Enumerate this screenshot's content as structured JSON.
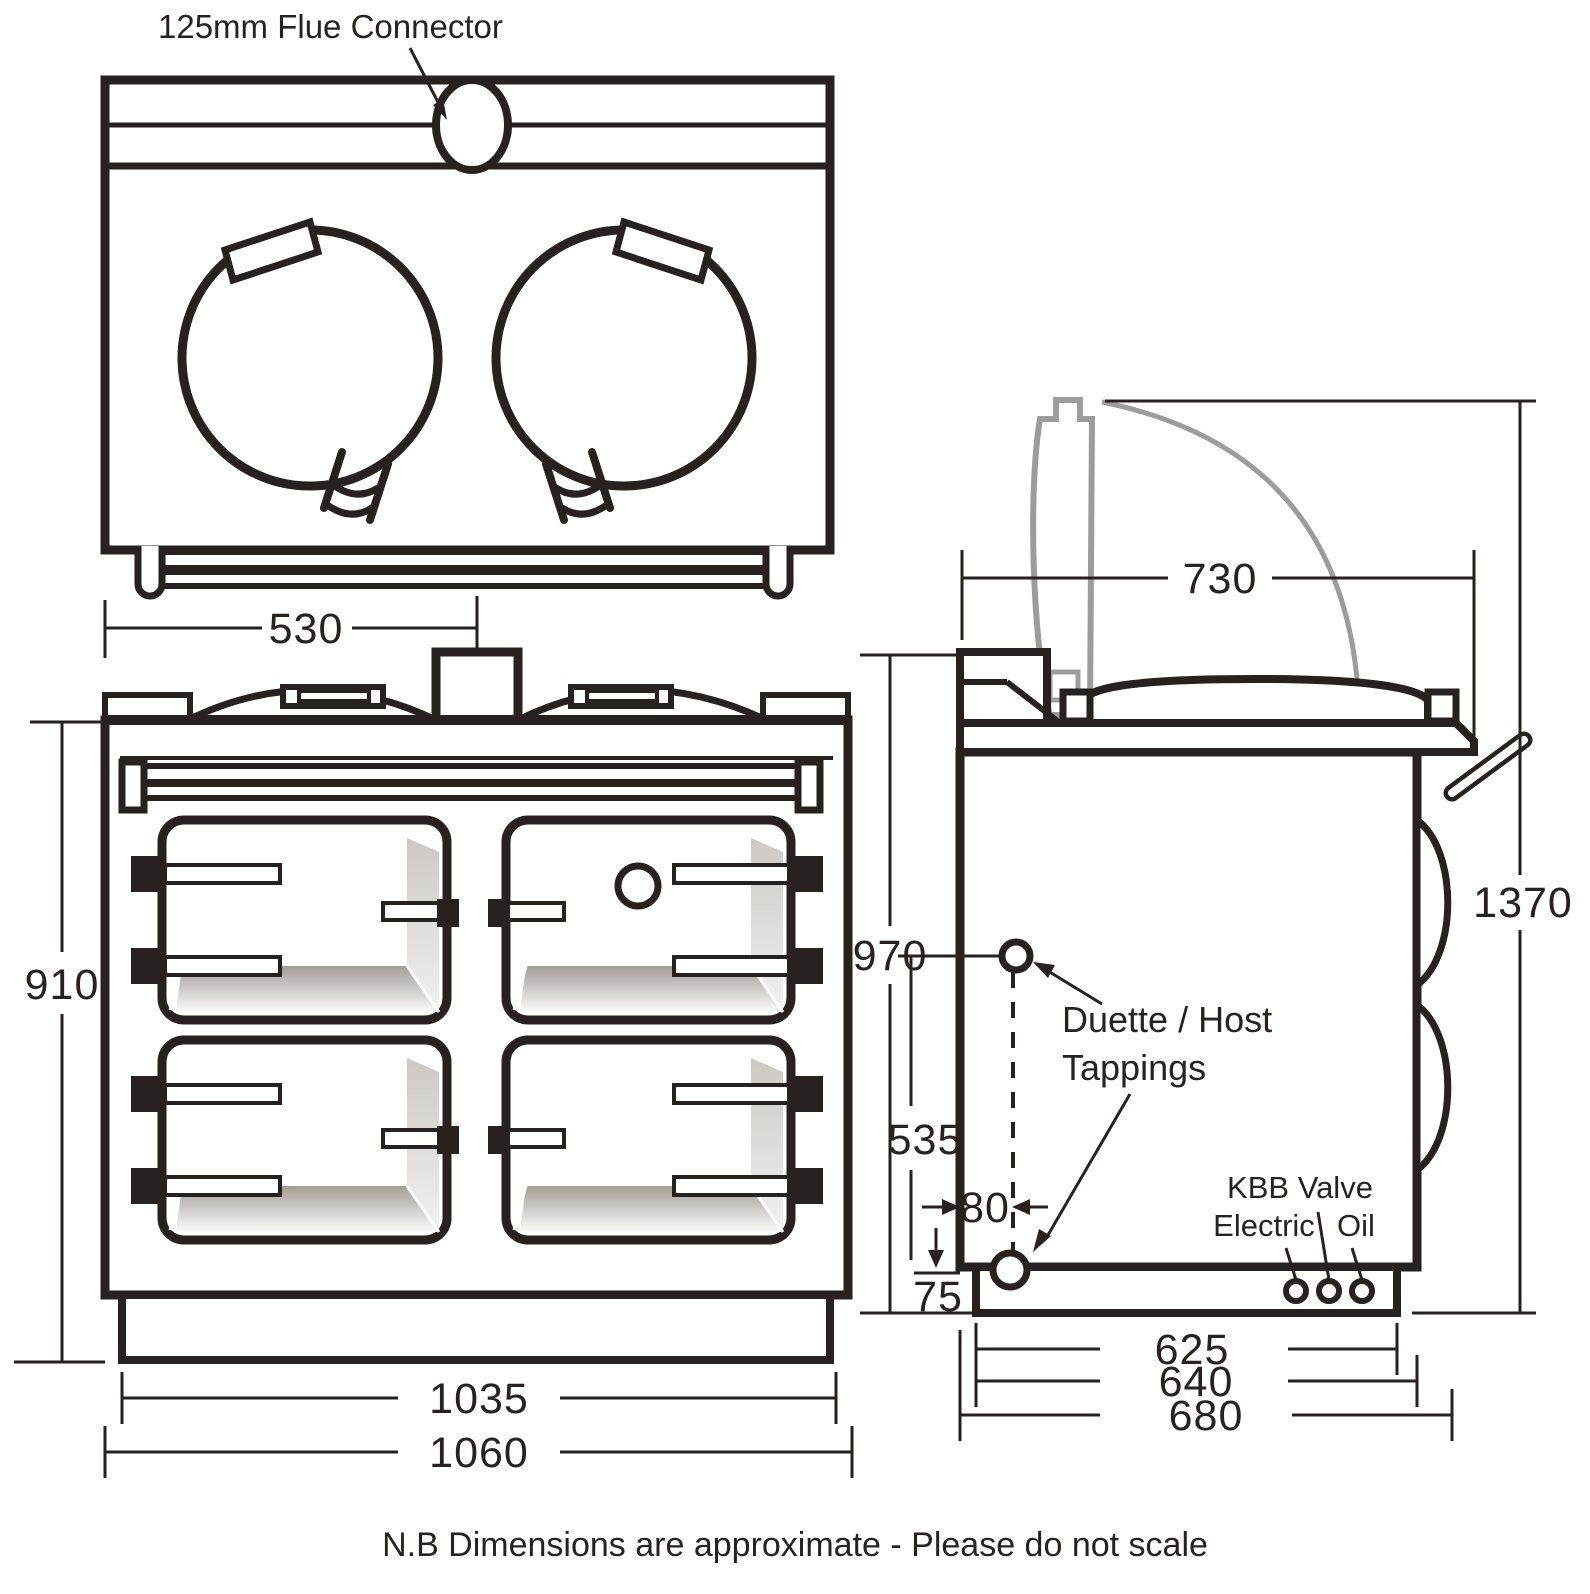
{
  "drawing_type": "appliance dimension drawing (range cooker, three views)",
  "labels": {
    "flue_connector": "125mm Flue Connector",
    "tappings_1": "Duette / Host",
    "tappings_2": "Tappings",
    "kbb_valve": "KBB Valve",
    "kbb_electric": "Electric",
    "kbb_oil": "Oil",
    "note": "N.B Dimensions are approximate - Please do not scale"
  },
  "dims": {
    "front": {
      "hotplate_offset": "530",
      "height": "910",
      "body_width": "1035",
      "overall_width": "1060"
    },
    "side": {
      "lid_swing": "730",
      "worktop_height": "970",
      "overall_height": "1370",
      "tapping_spacing": "535",
      "tapping_inset": "80",
      "tapping_base": "75",
      "plinth_depth": "625",
      "body_depth": "640",
      "overall_depth": "680"
    }
  },
  "colors": {
    "ink": "#272220",
    "open_lid_gray": "#9c9c9c",
    "bevel_dark": "#a39d97",
    "bevel_light": "#f6f5f3"
  }
}
